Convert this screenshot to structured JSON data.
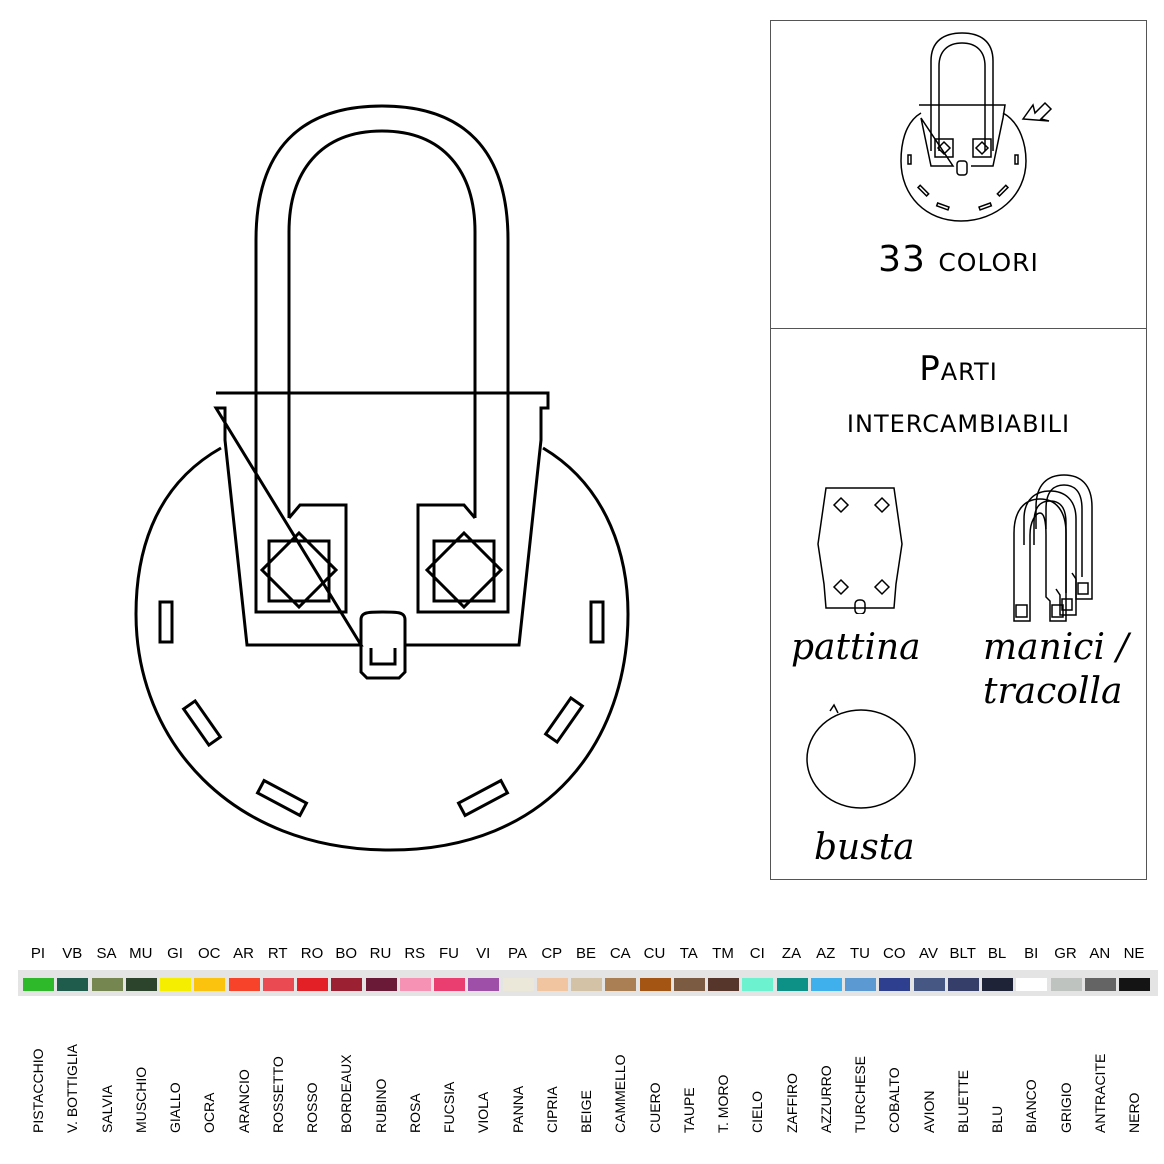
{
  "panel_colors": {
    "count_label": "33 colori"
  },
  "panel_parts": {
    "title_line1": "Parti",
    "title_line2": "intercambiabili",
    "pattina": "pattina",
    "manici_line1": "manici /",
    "manici_line2": "tracolla",
    "busta": "busta"
  },
  "palette": [
    {
      "code": "PI",
      "name": "PISTACCHIO",
      "color": "#2db92a"
    },
    {
      "code": "VB",
      "name": "V. BOTTIGLIA",
      "color": "#1f5c4c"
    },
    {
      "code": "SA",
      "name": "SALVIA",
      "color": "#768650"
    },
    {
      "code": "MU",
      "name": "MUSCHIO",
      "color": "#2c432c"
    },
    {
      "code": "GI",
      "name": "GIALLO",
      "color": "#f6ee00"
    },
    {
      "code": "OC",
      "name": "OCRA",
      "color": "#fbc20e"
    },
    {
      "code": "AR",
      "name": "ARANCIO",
      "color": "#f7432a"
    },
    {
      "code": "RT",
      "name": "ROSSETTO",
      "color": "#ea4b52"
    },
    {
      "code": "RO",
      "name": "ROSSO",
      "color": "#e32026"
    },
    {
      "code": "BO",
      "name": "BORDEAUX",
      "color": "#9b2031"
    },
    {
      "code": "RU",
      "name": "RUBINO",
      "color": "#6a1936"
    },
    {
      "code": "RS",
      "name": "ROSA",
      "color": "#f692b3"
    },
    {
      "code": "FU",
      "name": "FUCSIA",
      "color": "#ea3e71"
    },
    {
      "code": "VI",
      "name": "VIOLA",
      "color": "#9e4fa8"
    },
    {
      "code": "PA",
      "name": "PANNA",
      "color": "#ece8d9"
    },
    {
      "code": "CP",
      "name": "CIPRIA",
      "color": "#f1c5a0"
    },
    {
      "code": "BE",
      "name": "BEIGE",
      "color": "#d3c2a5"
    },
    {
      "code": "CA",
      "name": "CAMMELLO",
      "color": "#a97f53"
    },
    {
      "code": "CU",
      "name": "CUERO",
      "color": "#a55513"
    },
    {
      "code": "TA",
      "name": "TAUPE",
      "color": "#7b5b42"
    },
    {
      "code": "TM",
      "name": "T. MORO",
      "color": "#56352b"
    },
    {
      "code": "CI",
      "name": "CIELO",
      "color": "#6df2cf"
    },
    {
      "code": "ZA",
      "name": "ZAFFIRO",
      "color": "#0d9186"
    },
    {
      "code": "AZ",
      "name": "AZZURRO",
      "color": "#40b0ed"
    },
    {
      "code": "TU",
      "name": "TURCHESE",
      "color": "#5b99d3"
    },
    {
      "code": "CO",
      "name": "COBALTO",
      "color": "#2e3f8f"
    },
    {
      "code": "AV",
      "name": "AVION",
      "color": "#475784"
    },
    {
      "code": "BLT",
      "name": "BLUETTE",
      "color": "#343e69"
    },
    {
      "code": "BL",
      "name": "BLU",
      "color": "#1f2338"
    },
    {
      "code": "BI",
      "name": "BIANCO",
      "color": "#ffffff"
    },
    {
      "code": "GR",
      "name": "GRIGIO",
      "color": "#bfc3bf"
    },
    {
      "code": "AN",
      "name": "ANTRACITE",
      "color": "#646464"
    },
    {
      "code": "NE",
      "name": "NERO",
      "color": "#141414"
    }
  ]
}
